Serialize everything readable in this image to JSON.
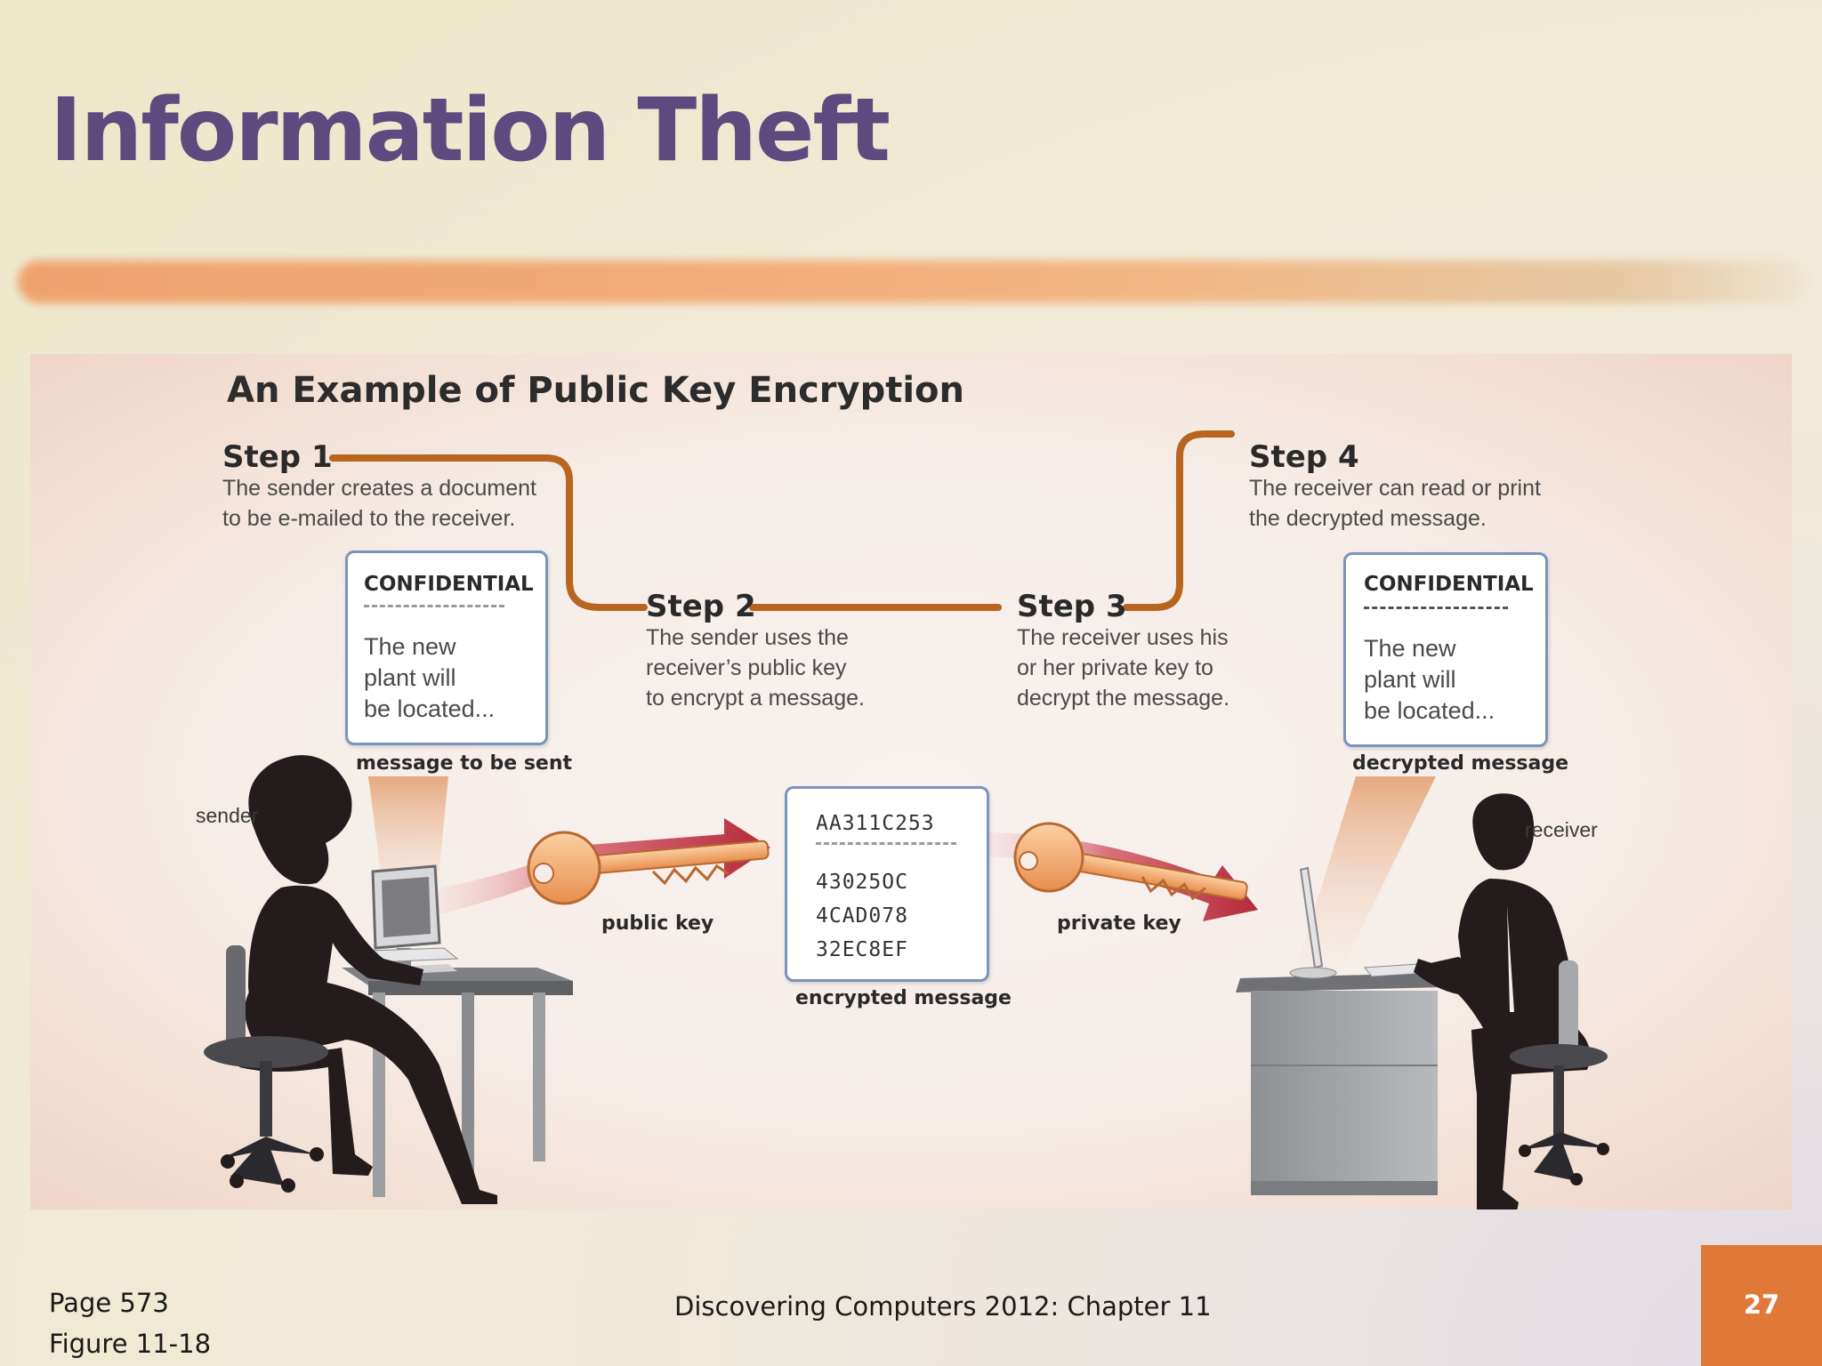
{
  "slide": {
    "title": "Information Theft",
    "page_ref": "Page 573",
    "figure_ref": "Figure 11-18",
    "footer": "Discovering Computers 2012: Chapter 11",
    "page_number": "27"
  },
  "diagram": {
    "title": "An Example of Public Key Encryption",
    "steps": [
      {
        "label": "Step 1",
        "text": "The sender creates a document\nto be e-mailed to the receiver."
      },
      {
        "label": "Step 2",
        "text": "The sender uses the\nreceiver’s public key\nto encrypt a message."
      },
      {
        "label": "Step 3",
        "text": "The receiver uses his\nor her private key to\ndecrypt the message."
      },
      {
        "label": "Step 4",
        "text": "The receiver can read or print\nthe decrypted message."
      }
    ],
    "sent_doc": {
      "heading": "CONFIDENTIAL",
      "body": "The new\nplant will\nbe located...",
      "caption": "message to be sent"
    },
    "decrypted_doc": {
      "heading": "CONFIDENTIAL",
      "body": "The new\nplant will\nbe located...",
      "caption": "decrypted message"
    },
    "encrypted_doc": {
      "heading": "AA311C253",
      "lines": [
        "43025OC",
        "4CAD078",
        "32EC8EF"
      ],
      "caption": "encrypted message"
    },
    "public_key_label": "public key",
    "private_key_label": "private key",
    "sender_label": "sender",
    "receiver_label": "receiver"
  },
  "colors": {
    "title": "#5e4a7e",
    "connector": "#b8651f",
    "arrow": "#b52a3a",
    "key": "#f2a66a",
    "page_box": "#e07838",
    "doc_border": "#7b93bf"
  }
}
